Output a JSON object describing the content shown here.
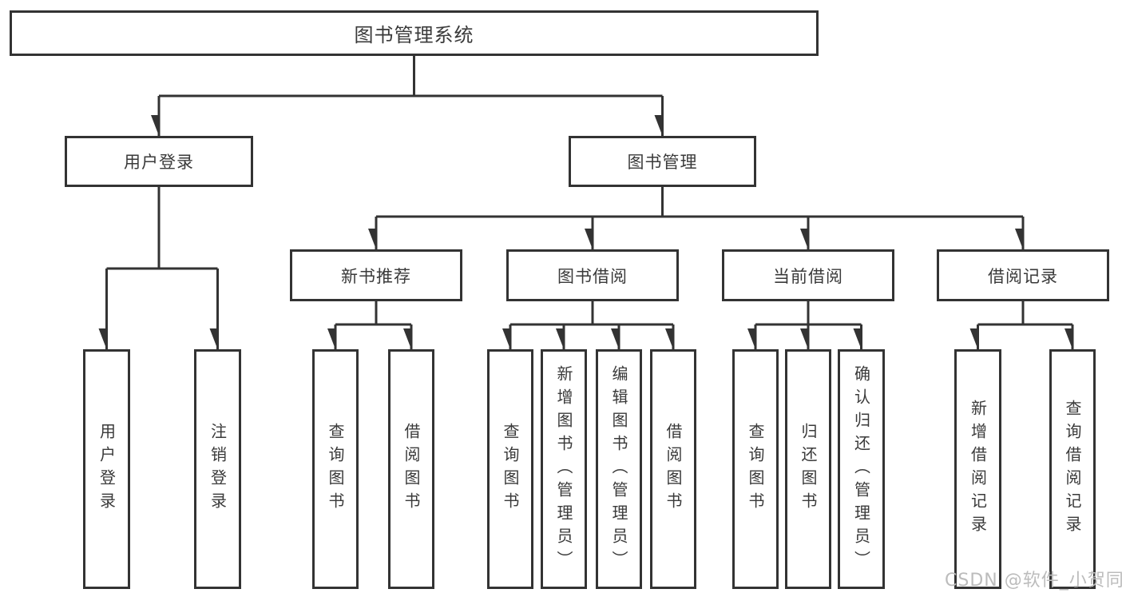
{
  "tree": {
    "root": {
      "label": "图书管理系统"
    },
    "branches": [
      {
        "label": "用户登录",
        "children": [
          {
            "label": "用户登录"
          },
          {
            "label": "注销登录"
          }
        ]
      },
      {
        "label": "图书管理",
        "children": [
          {
            "label": "新书推荐",
            "children": [
              {
                "label": "查询图书"
              },
              {
                "label": "借阅图书"
              }
            ]
          },
          {
            "label": "图书借阅",
            "children": [
              {
                "label": "查询图书"
              },
              {
                "label": "新增图书（管理员）"
              },
              {
                "label": "编辑图书（管理员）"
              },
              {
                "label": "借阅图书"
              }
            ]
          },
          {
            "label": "当前借阅",
            "children": [
              {
                "label": "查询图书"
              },
              {
                "label": "归还图书"
              },
              {
                "label": "确认归还（管理员）"
              }
            ]
          },
          {
            "label": "借阅记录",
            "children": [
              {
                "label": "新增借阅记录"
              },
              {
                "label": "查询借阅记录"
              }
            ]
          }
        ]
      }
    ]
  },
  "watermark": {
    "text": "CSDN @软件_小贺同学"
  },
  "colors": {
    "line": "#333333",
    "box_border": "#333333",
    "text": "#3a3a3a",
    "watermark": "#bcbcbc",
    "background": "#ffffff"
  }
}
